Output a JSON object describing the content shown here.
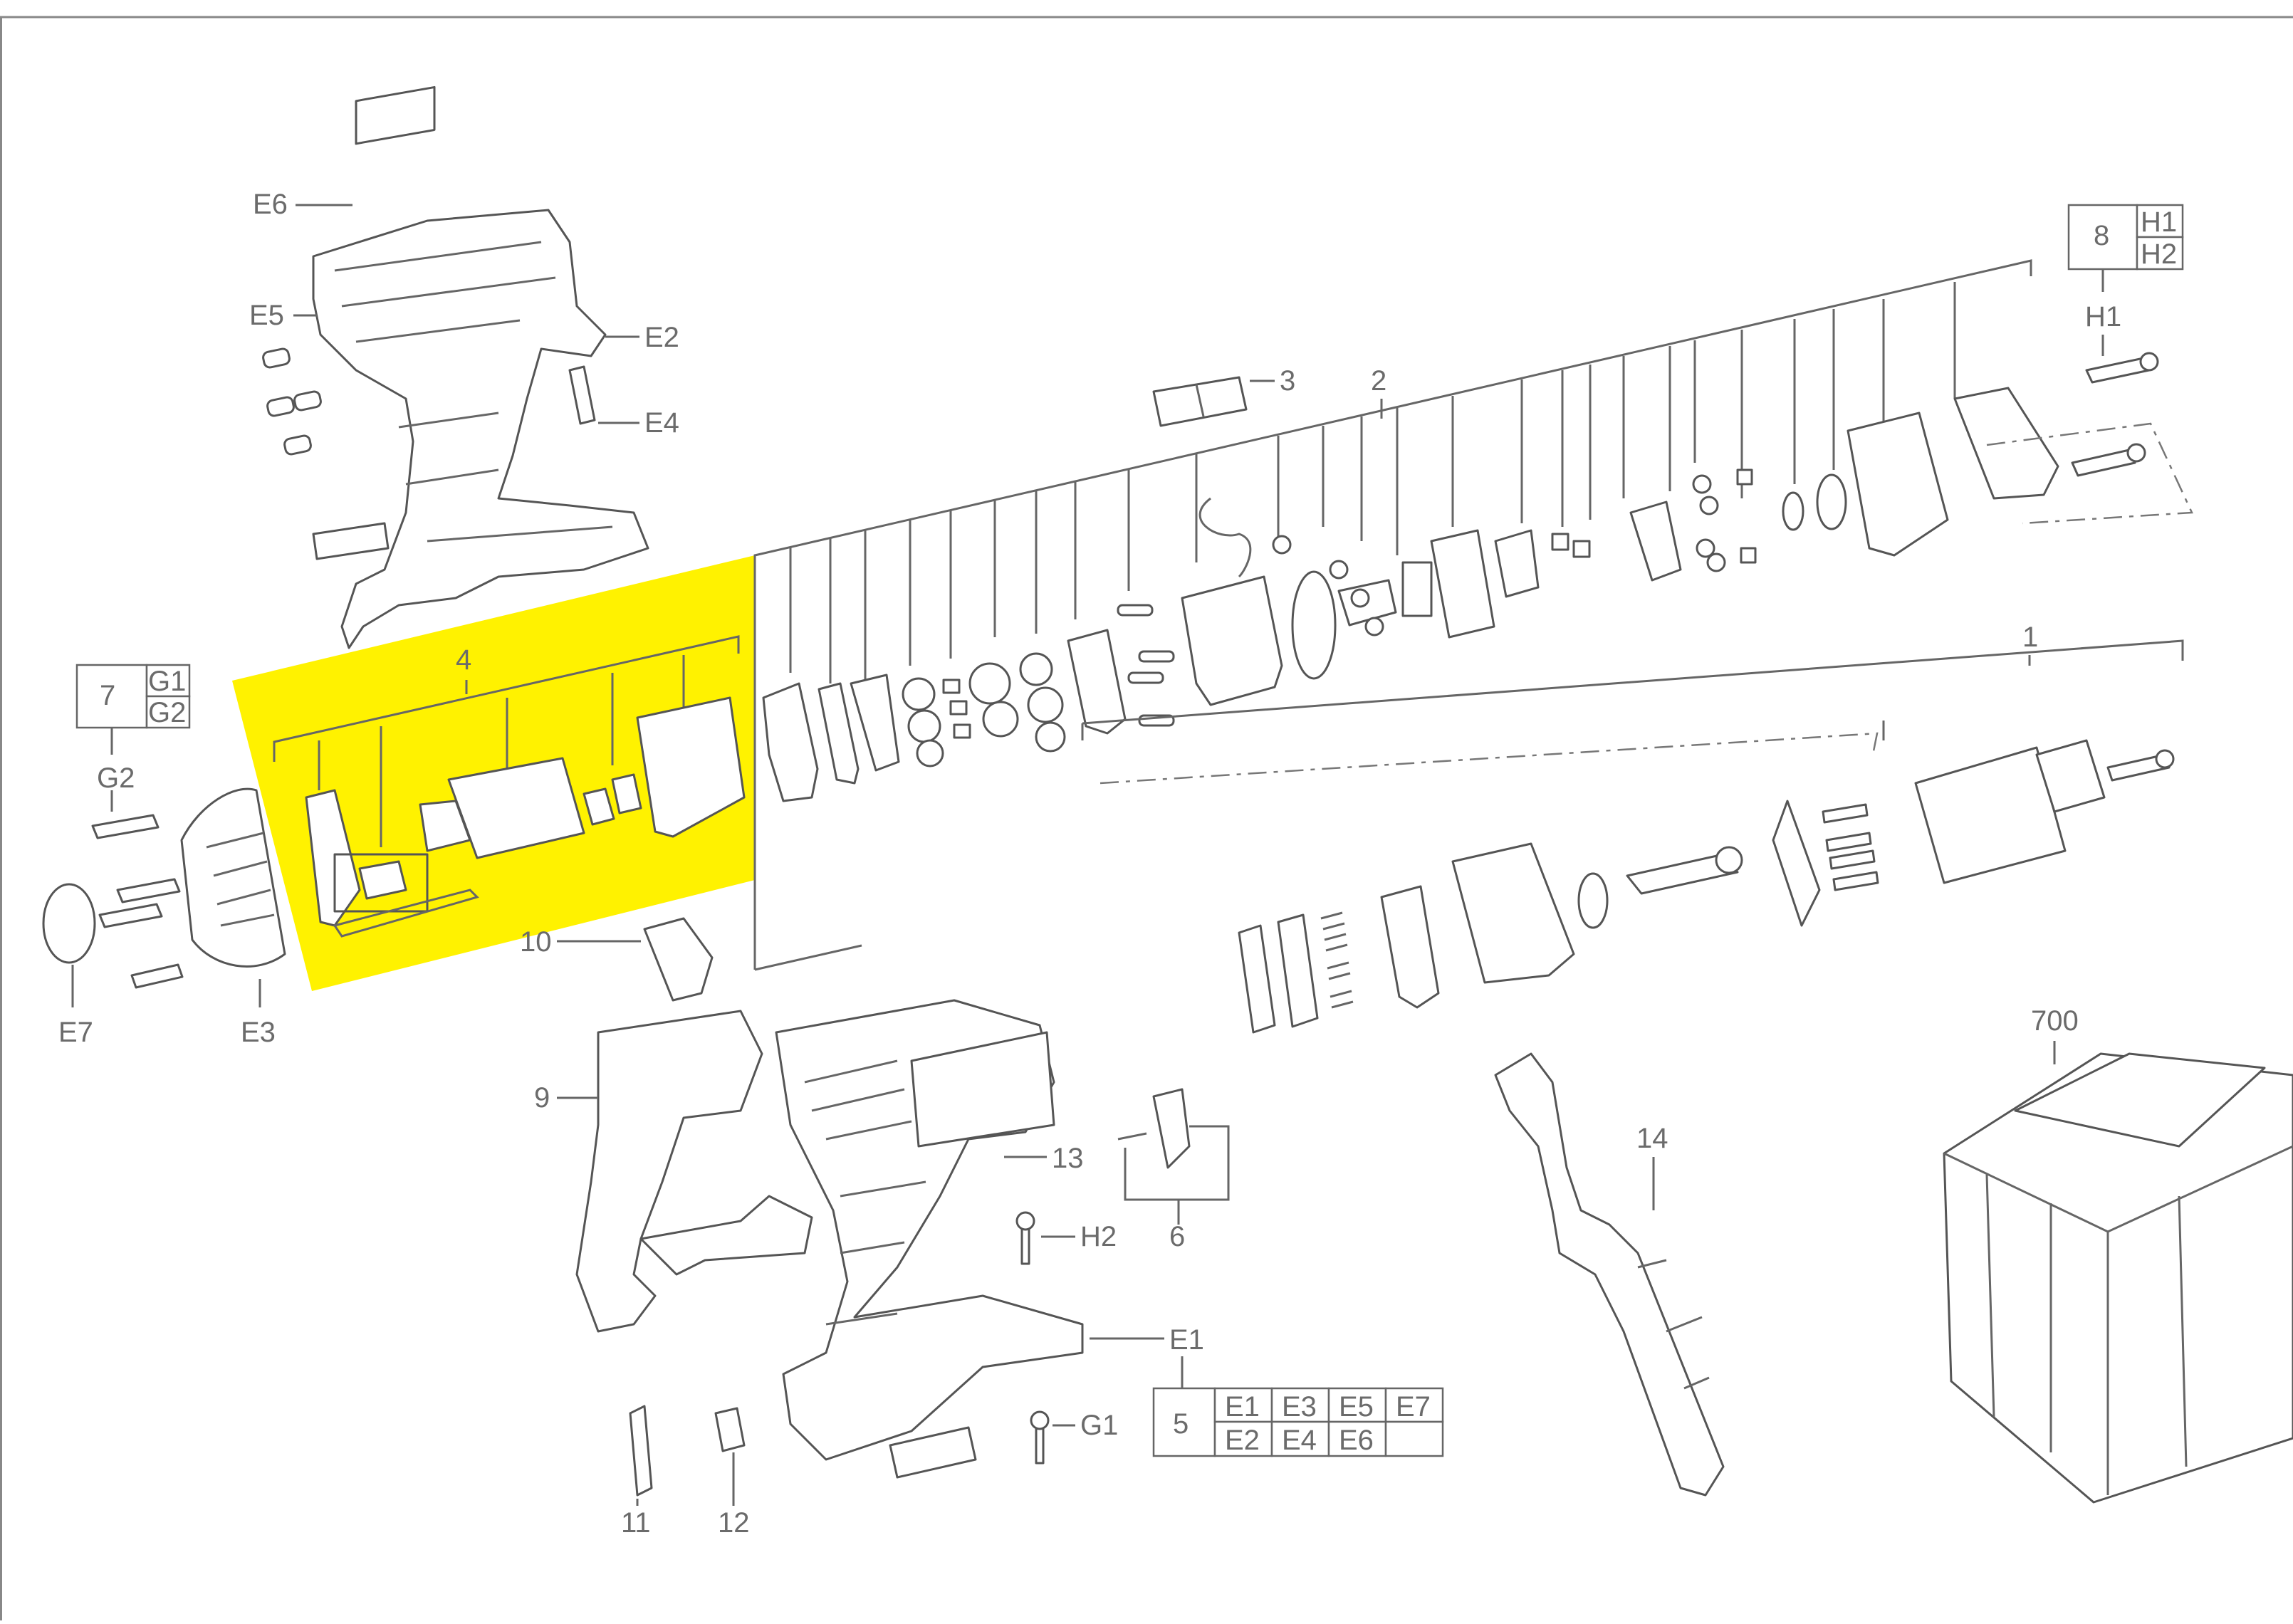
{
  "highlight_color": "#fff200",
  "line_color": "#555555",
  "labels": {
    "e6": "E6",
    "e5": "E5",
    "e2": "E2",
    "e4": "E4",
    "p2": "2",
    "p3": "3",
    "p1": "1",
    "p4": "4",
    "p7": "7",
    "g1": "G1",
    "g2": "G2",
    "g2_callout": "G2",
    "e7": "E7",
    "e3": "E3",
    "p10": "10",
    "p9": "9",
    "p13": "13",
    "p6": "6",
    "h2_callout": "H2",
    "e1_callout": "E1",
    "g1_callout": "G1",
    "p11": "11",
    "p12": "12",
    "p14": "14",
    "p700": "700",
    "p8": "8",
    "h1": "H1",
    "h2": "H2",
    "h1_callout": "H1",
    "p5": "5",
    "kit5": [
      "E1",
      "E3",
      "E5",
      "E7",
      "E2",
      "E4",
      "E6"
    ]
  }
}
